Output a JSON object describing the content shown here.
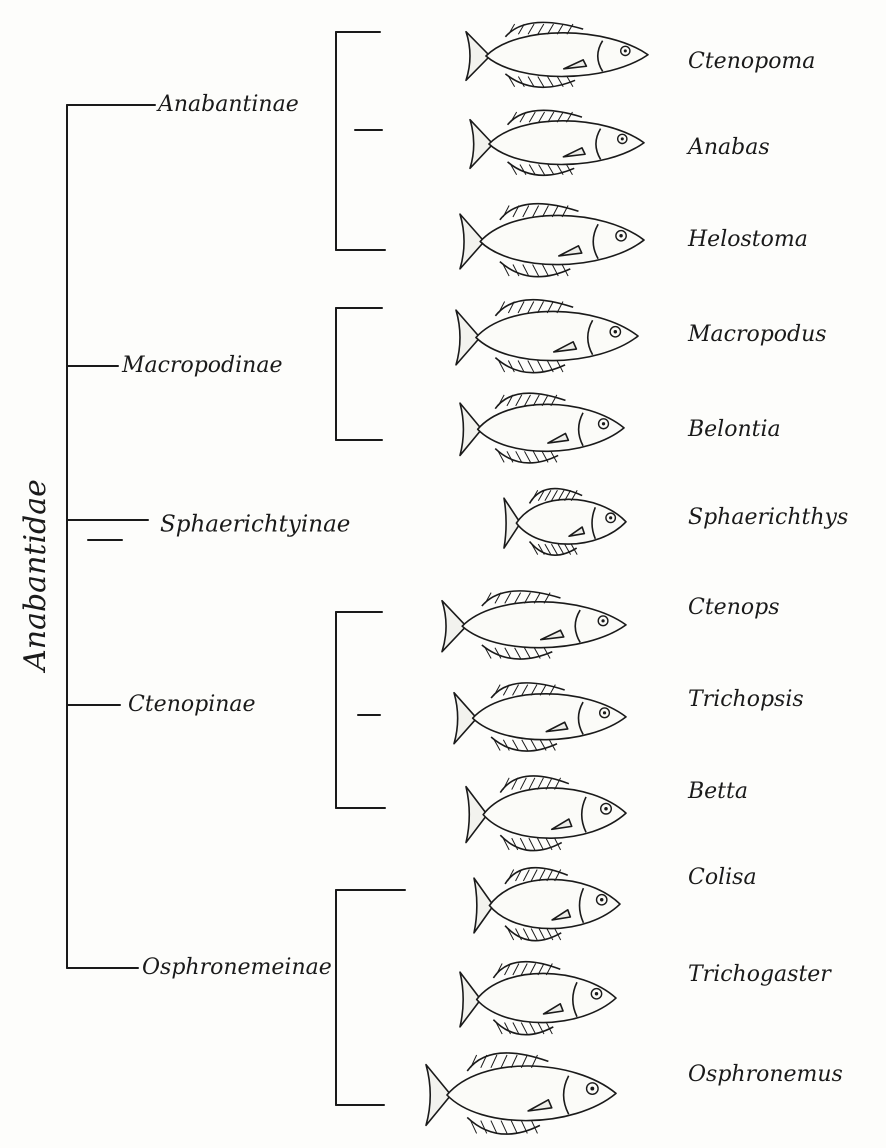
{
  "family": "Anabantidae",
  "subfamilies": {
    "anabantinae": "Anabantinae",
    "macropodinae": "Macropodinae",
    "sphaerichthyinae": "Sphaerichtyinae",
    "ctenopinae": "Ctenopinae",
    "osphronemeinae": "Osphronemeinae"
  },
  "genera": [
    "Ctenopoma",
    "Anabas",
    "Helostoma",
    "Macropodus",
    "Belontia",
    "Sphaerichthys",
    "Ctenops",
    "Trichopsis",
    "Betta",
    "Colisa",
    "Trichogaster",
    "Osphronemus"
  ],
  "fish_icons": [
    "ctenopoma-fish-icon",
    "anabas-fish-icon",
    "helostoma-fish-icon",
    "macropodus-fish-icon",
    "belontia-fish-icon",
    "sphaerichthys-fish-icon",
    "ctenops-fish-icon",
    "trichopsis-fish-icon",
    "betta-fish-icon",
    "colisa-fish-icon",
    "trichogaster-fish-icon",
    "osphronemus-fish-icon"
  ],
  "ink_color": "#1a1a1a"
}
